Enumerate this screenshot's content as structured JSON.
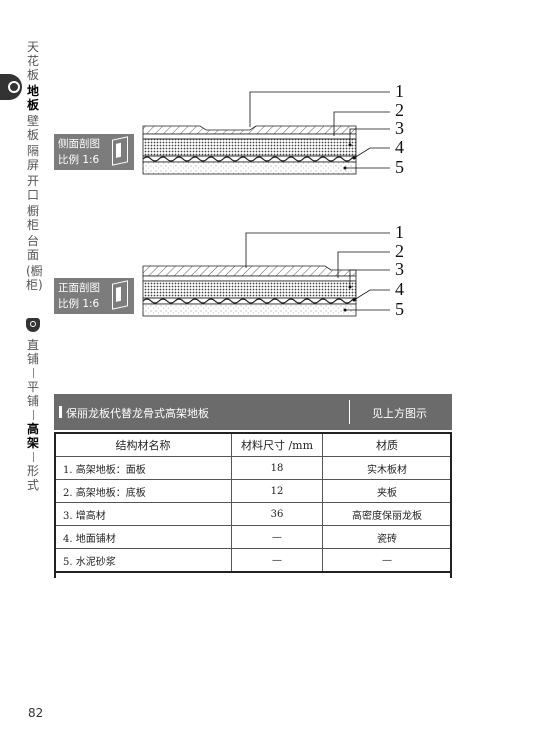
{
  "nav": {
    "top_items": [
      "天花板",
      "地板",
      "壁板",
      "隔屏",
      "开口",
      "橱柜",
      "台面",
      "(橱柜)"
    ],
    "sub_items": [
      "直铺",
      "平铺",
      "高架",
      "形式"
    ]
  },
  "diagrams": {
    "side": {
      "label_line1": "侧面剖图",
      "label_line2": "比例 1:6"
    },
    "front": {
      "label_line1": "正面剖图",
      "label_line2": "比例 1:6"
    },
    "callouts": [
      "1",
      "2",
      "3",
      "4",
      "5"
    ]
  },
  "table": {
    "title": "保丽龙板代替龙骨式高架地板",
    "ref": "见上方图示",
    "headers": [
      "结构材名称",
      "材料尺寸 /mm",
      "材质"
    ],
    "rows": [
      [
        "1. 高架地板：面板",
        "18",
        "实木板材"
      ],
      [
        "2. 高架地板：底板",
        "12",
        "夹板"
      ],
      [
        "3. 增高材",
        "36",
        "高密度保丽龙板"
      ],
      [
        "4. 地面铺材",
        "—",
        "瓷砖"
      ],
      [
        "5. 水泥砂浆",
        "—",
        "—"
      ]
    ]
  },
  "page_number": "82"
}
